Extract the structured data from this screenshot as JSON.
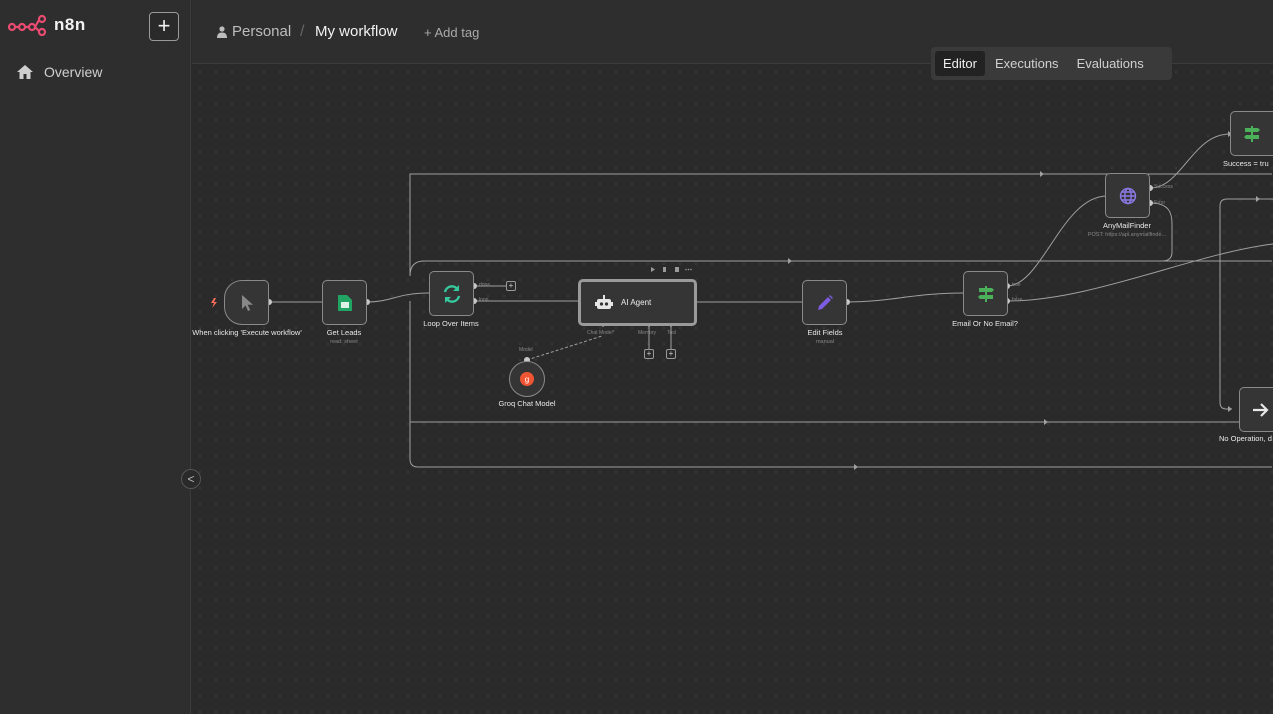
{
  "app": {
    "name": "n8n"
  },
  "sidebar": {
    "add_label": "+",
    "items": [
      {
        "label": "Overview",
        "icon": "home-icon"
      }
    ],
    "collapse_label": "<"
  },
  "header": {
    "project": "Personal",
    "separator": "/",
    "workflow_name": "My workflow",
    "add_tag": "+ Add tag",
    "tabs": [
      {
        "label": "Editor",
        "active": true
      },
      {
        "label": "Executions",
        "active": false
      },
      {
        "label": "Evaluations",
        "active": false
      }
    ]
  },
  "nodes": {
    "trigger": {
      "label": "When clicking 'Execute workflow'",
      "icon": "cursor-icon"
    },
    "get_leads": {
      "label": "Get Leads",
      "sub": "read: sheet",
      "icon": "sheets-icon"
    },
    "loop": {
      "label": "Loop Over Items",
      "icon": "refresh-icon",
      "ports": [
        "done",
        "loop"
      ]
    },
    "agent": {
      "label": "AI Agent",
      "icon": "robot-icon",
      "ports": [
        "Chat Model*",
        "Memory",
        "Tool"
      ]
    },
    "groq": {
      "label": "Groq Chat Model",
      "port": "Model",
      "icon": "groq-icon"
    },
    "edit_fields": {
      "label": "Edit Fields",
      "sub": "manual",
      "icon": "pencil-icon"
    },
    "email_check": {
      "label": "Email Or No Email?",
      "icon": "signpost-icon",
      "ports": [
        "true",
        "false"
      ]
    },
    "anymail": {
      "label": "AnyMailFinder",
      "sub": "POST: https://api.anymailfinde...",
      "icon": "globe-icon",
      "ports": [
        "Success",
        "Error"
      ]
    },
    "success": {
      "label": "Success = tru",
      "icon": "signpost-icon"
    },
    "noop": {
      "label": "No Operation, d",
      "icon": "arrow-right-icon"
    }
  },
  "colors": {
    "accent": "#ea4b71",
    "sheets": "#21a464",
    "loop": "#35c99d",
    "pencil": "#7c5ce0",
    "signpost": "#4cb05a",
    "globe": "#8c7ae6",
    "groq": "#f05533"
  }
}
